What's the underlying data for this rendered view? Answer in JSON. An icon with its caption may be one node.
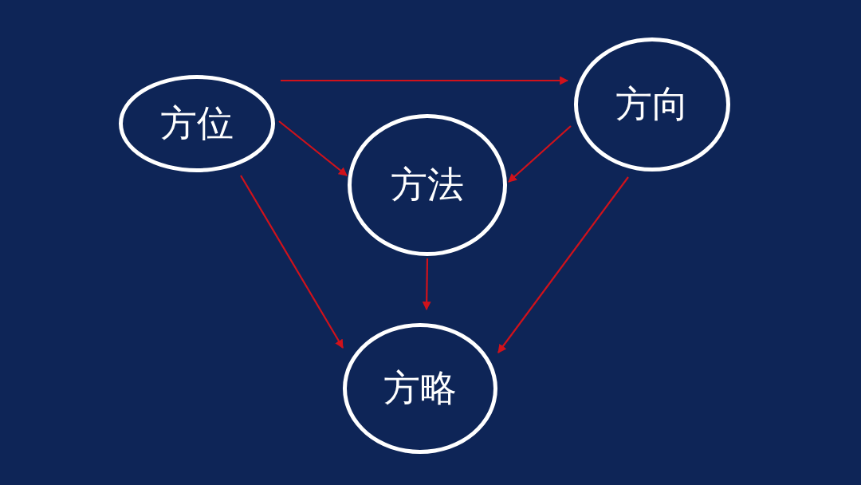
{
  "diagram": {
    "nodes": [
      {
        "text": [
          "方位"
        ]
      },
      {
        "text": [
          "方向"
        ]
      },
      {
        "text": [
          "方法"
        ]
      },
      {
        "text": [
          "方略"
        ]
      }
    ],
    "edges": [
      {
        "from": 0,
        "to": 1,
        "arrow": "to"
      },
      {
        "from": 0,
        "to": 2,
        "arrow": "to"
      },
      {
        "from": 1,
        "to": 2,
        "arrow": "to"
      },
      {
        "from": 0,
        "to": 3,
        "arrow": "to"
      },
      {
        "from": 2,
        "to": 3,
        "arrow": "to"
      },
      {
        "from": 1,
        "to": 3,
        "arrow": "to"
      }
    ]
  }
}
